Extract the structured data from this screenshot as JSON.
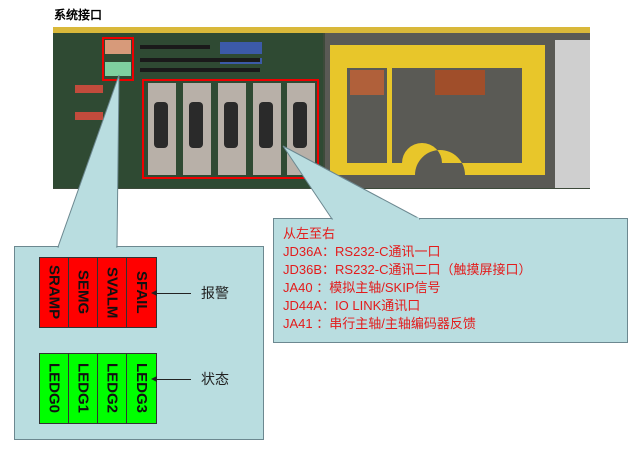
{
  "title": "系统接口",
  "alarm": {
    "label": "报警",
    "leds": [
      "SRAMP",
      "SEMG",
      "SVALM",
      "SFAIL"
    ],
    "color": "#ff0000"
  },
  "status": {
    "label": "状态",
    "leds": [
      "LEDG0",
      "LEDG1",
      "LEDG2",
      "LEDG3"
    ],
    "color": "#00ff00"
  },
  "description": {
    "heading": "从左至右",
    "lines": [
      "JD36A：RS232-C通讯一口",
      "JD36B：RS232-C通讯二口（触摸屏接口）",
      "JA40 ：模拟主轴/SKIP信号",
      "JD44A：IO LINK通讯口",
      "JA41 ：串行主轴/主轴编码器反馈"
    ]
  }
}
